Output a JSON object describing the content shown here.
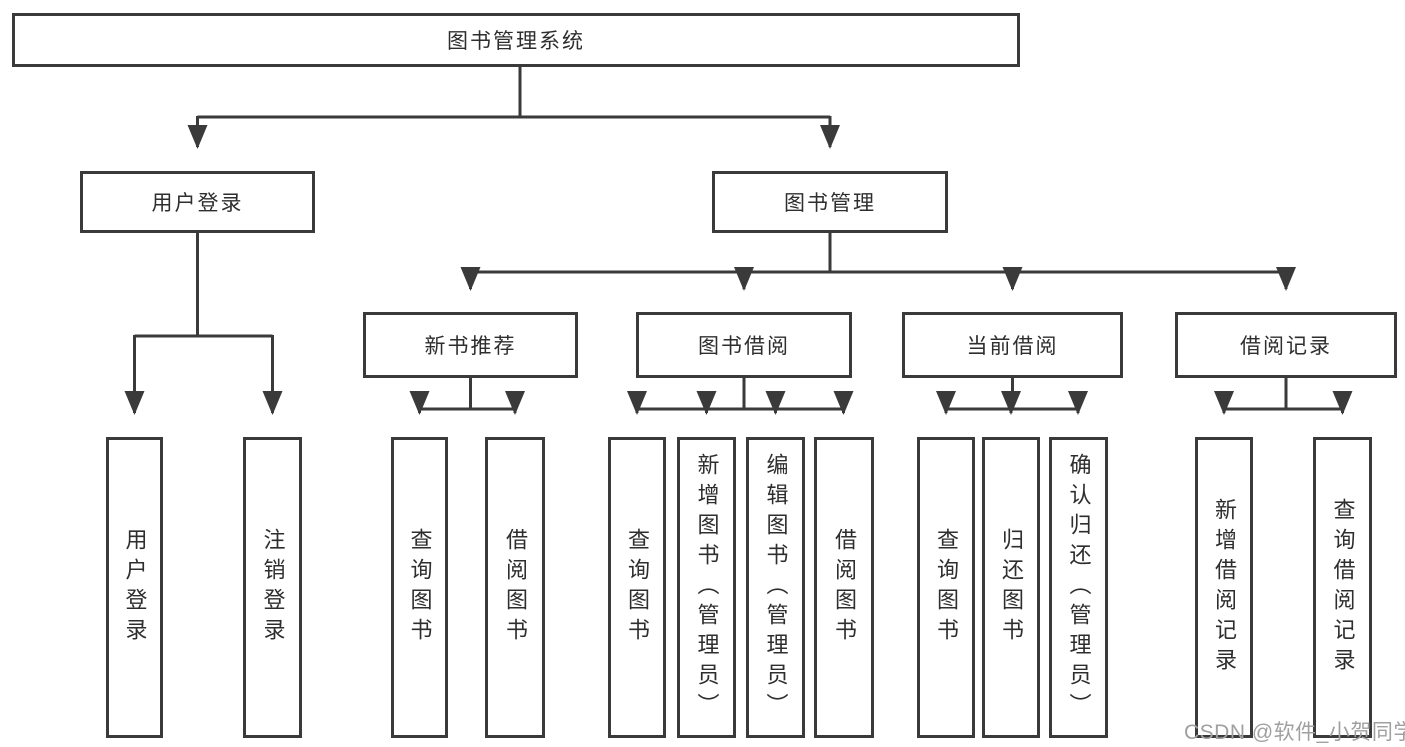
{
  "watermark": "CSDN @软件_小贺同学",
  "colors": {
    "line": "#3a3a3a",
    "box_border": "#3a3a3a",
    "box_background": "#ffffff",
    "text": "#2e2e2e",
    "watermark_text": "#a0a0a0"
  },
  "tree": {
    "root": {
      "label": "图书管理系统"
    },
    "branches": [
      {
        "label": "用户登录",
        "children": [
          {
            "label": "用户登录"
          },
          {
            "label": "注销登录"
          }
        ]
      },
      {
        "label": "图书管理",
        "sections": [
          {
            "label": "新书推荐",
            "children": [
              {
                "label": "查询图书"
              },
              {
                "label": "借阅图书"
              }
            ]
          },
          {
            "label": "图书借阅",
            "children": [
              {
                "label": "查询图书"
              },
              {
                "label": "新增图书（管理员）"
              },
              {
                "label": "编辑图书（管理员）"
              },
              {
                "label": "借阅图书"
              }
            ]
          },
          {
            "label": "当前借阅",
            "children": [
              {
                "label": "查询图书"
              },
              {
                "label": "归还图书"
              },
              {
                "label": "确认归还（管理员）"
              }
            ]
          },
          {
            "label": "借阅记录",
            "children": [
              {
                "label": "新增借阅记录"
              },
              {
                "label": "查询借阅记录"
              }
            ]
          }
        ]
      }
    ]
  }
}
